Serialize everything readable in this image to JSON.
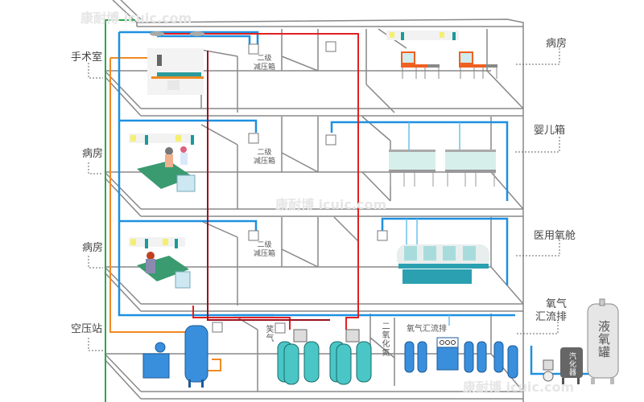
{
  "title": "医院集中供气系统示意图",
  "watermark": "康耐博 icuic.com",
  "floors": [
    {
      "label": "手术室",
      "room": "operating-room"
    },
    {
      "label": "病房",
      "room": "ward"
    },
    {
      "label": "病房",
      "room": "ward"
    },
    {
      "label": "空压站",
      "room": "air-compressor-station"
    }
  ],
  "right_labels": {
    "ward": "病房",
    "incubator": "婴儿箱",
    "hyperbaric": "医用氧舱",
    "manifold_line1": "氧气",
    "manifold_line2": "汇流排"
  },
  "box_labels": {
    "line1": "二级",
    "line2": "减压箱"
  },
  "gas_labels": {
    "nitrous": "笑气",
    "co2": "二氧化氮",
    "oxygen_manifold": "氧气汇流排",
    "vaporizer": "汽化器",
    "liquid_oxygen_tank": "液氧罐"
  },
  "pipe_colors": {
    "oxygen": "#1e90e0",
    "air": "#f08a24",
    "vacuum": "#2aa84a",
    "nitrous": "#e02020",
    "dark_red": "#9b1020",
    "wall": "#888888"
  }
}
